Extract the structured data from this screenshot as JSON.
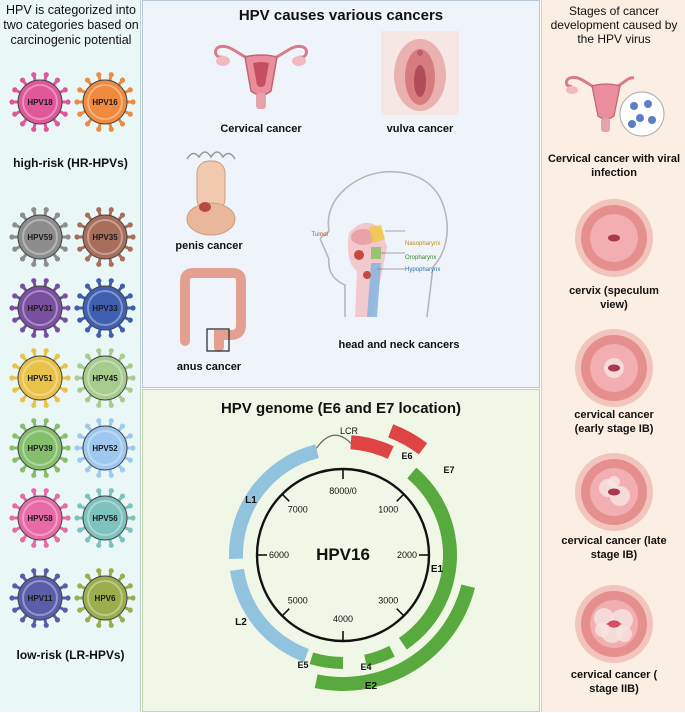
{
  "left": {
    "title": "HPV is categorized into two categories based on carcinogenic potential",
    "high_risk_label": "high-risk (HR-HPVs)",
    "low_risk_label": "low-risk (LR-HPVs)",
    "viruses": [
      {
        "name": "HPV18",
        "color": "#e0579a"
      },
      {
        "name": "HPV16",
        "color": "#f08a3e"
      },
      {
        "name": "HPV59",
        "color": "#8d8d8d"
      },
      {
        "name": "HPV35",
        "color": "#a86e5b"
      },
      {
        "name": "HPV31",
        "color": "#7a4fa0"
      },
      {
        "name": "HPV33",
        "color": "#3f5fb0"
      },
      {
        "name": "HPV51",
        "color": "#e8c24a"
      },
      {
        "name": "HPV45",
        "color": "#a6cc8e"
      },
      {
        "name": "HPV39",
        "color": "#86bf6c"
      },
      {
        "name": "HPV52",
        "color": "#9ec8ef"
      },
      {
        "name": "HPV58",
        "color": "#e86aa6"
      },
      {
        "name": "HPV56",
        "color": "#7ec2be"
      },
      {
        "name": "HPV11",
        "color": "#5a5eaa"
      },
      {
        "name": "HPV6",
        "color": "#9aae4e"
      }
    ]
  },
  "cancers": {
    "title": "HPV causes various cancers",
    "cervical": "Cervical cancer",
    "vulva": "vulva cancer",
    "penis": "penis cancer",
    "anus": "anus cancer",
    "head_neck": "head and neck cancers",
    "hn_labels": {
      "tumor": "Tumor",
      "nasopharynx": "Nasopharynx",
      "oropharynx": "Oropharynx",
      "hypopharynx": "Hypopharynx"
    }
  },
  "genome": {
    "title": "HPV genome (E6 and E7 location)",
    "center": "HPV16",
    "ticks": [
      "8000/0",
      "1000",
      "2000",
      "3000",
      "4000",
      "5000",
      "6000",
      "7000"
    ],
    "genes": {
      "LCR": "LCR",
      "E6": "E6",
      "E7": "E7",
      "E1": "E1",
      "E2": "E2",
      "E4": "E4",
      "E5": "E5",
      "L1": "L1",
      "L2": "L2"
    },
    "colors": {
      "early": "#58aa3e",
      "late": "#92c3de",
      "oncogene": "#dd4443"
    }
  },
  "stages": {
    "title": "Stages of cancer development caused by the HPV virus",
    "items": [
      "Cervical cancer with viral infection",
      "cervix (speculum view)",
      "cervical cancer (early stage IB)",
      "cervical cancer (late stage IB)",
      "cervical cancer ( stage IIB)"
    ]
  }
}
